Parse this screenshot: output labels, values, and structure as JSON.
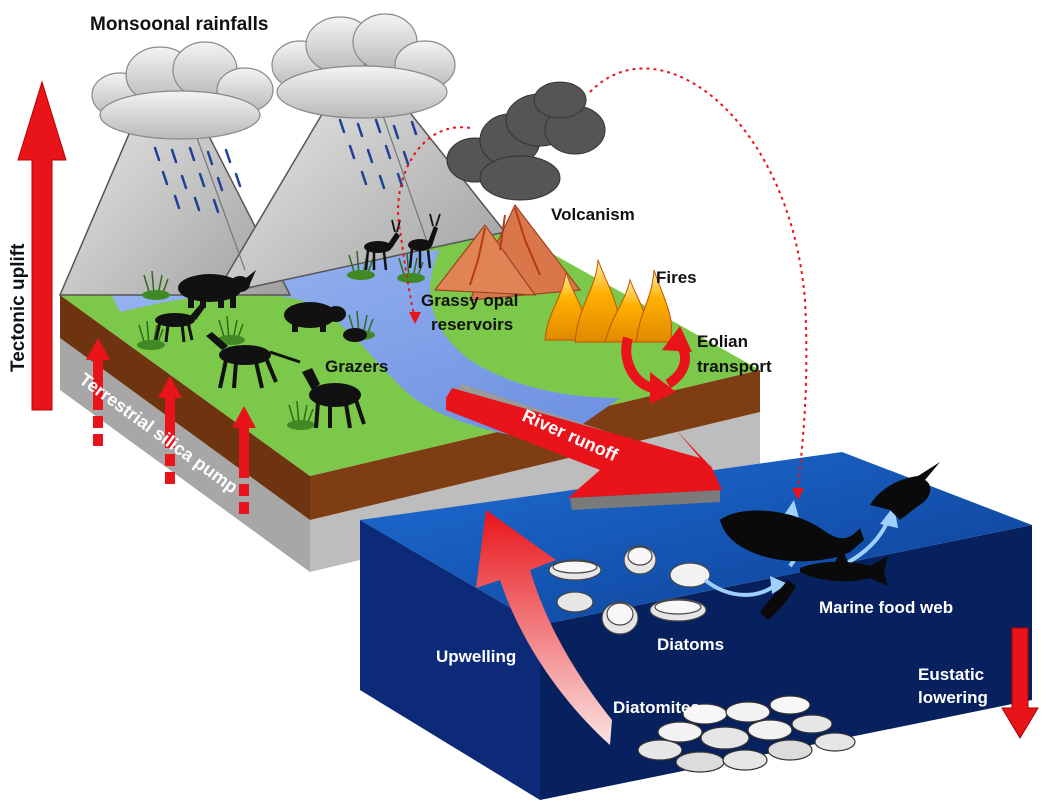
{
  "labels": {
    "monsoonal_rainfalls": "Monsoonal rainfalls",
    "tectonic_uplift": "Tectonic uplift",
    "volcanism": "Volcanism",
    "fires": "Fires",
    "grassy_opal_line1": "Grassy opal",
    "grassy_opal_line2": "reservoirs",
    "eolian_line1": "Eolian",
    "eolian_line2": "transport",
    "grazers": "Grazers",
    "terrestrial_silica_pump": "Terrestrial silica pump",
    "river_runoff": "River runoff",
    "marine_food_web": "Marine food web",
    "diatoms": "Diatoms",
    "upwelling": "Upwelling",
    "diatomites": "Diatomites",
    "eustatic_line1": "Eustatic",
    "eustatic_line2": "lowering"
  },
  "colors": {
    "grass": "#7cc84a",
    "river": "#7a9ee8",
    "soil": "#7a3a12",
    "bedrock": "#a9a9a9",
    "ocean_top": "#1657b8",
    "ocean_side": "#0a2366",
    "arrow_red": "#e8141a",
    "cloud": "#d6d6d6",
    "smoke": "#555555",
    "mountain": "#c9c9c9",
    "volcano": "#d9764a"
  }
}
